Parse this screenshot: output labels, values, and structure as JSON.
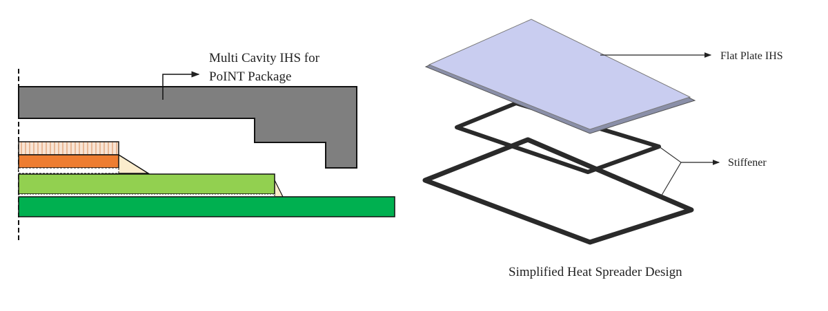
{
  "left_diagram": {
    "label_line1": "Multi Cavity IHS for",
    "label_line2": "PoINT Package",
    "colors": {
      "ihs": "#7f7f7f",
      "die_top": "#f6dcc6",
      "die": "#ee7d31",
      "underfill": "#fbeccc",
      "interposer": "#92d050",
      "substrate": "#00b050"
    }
  },
  "right_diagram": {
    "flat_plate_label": "Flat Plate IHS",
    "stiffener_label": "Stiffener",
    "caption": "Simplified Heat Spreader Design",
    "colors": {
      "plate": "#c9cdf0",
      "stiffener": "#2a2a2a"
    }
  }
}
